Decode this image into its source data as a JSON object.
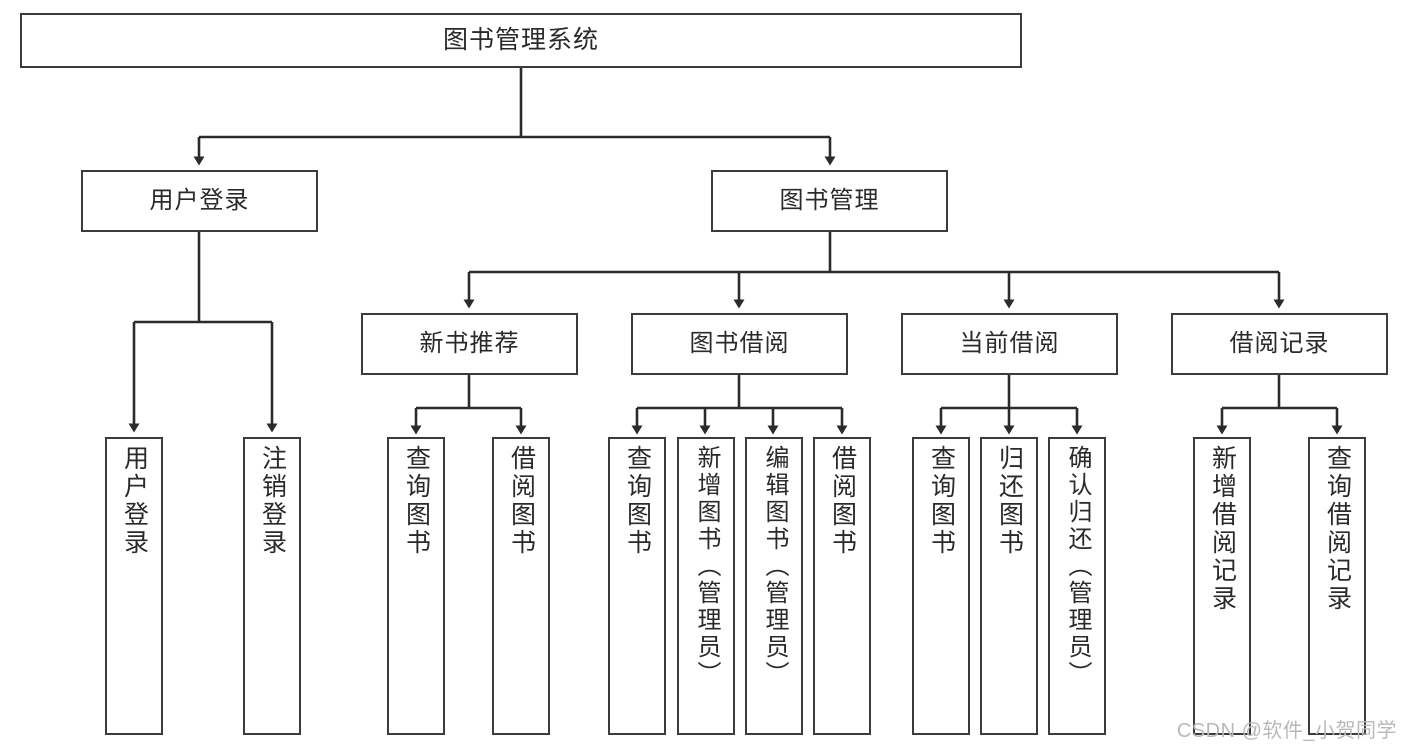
{
  "diagram": {
    "title": "图书管理系统",
    "type": "tree",
    "colors": {
      "box_border": "#3b3b3b",
      "box_fill": "#ffffff",
      "connector": "#2b2b2b",
      "text": "#2a2a2a",
      "watermark": "#b9b9b9",
      "background": "#ffffff"
    },
    "root": {
      "label": "图书管理系统"
    },
    "level2": [
      {
        "label": "用户登录"
      },
      {
        "label": "图书管理"
      }
    ],
    "level3": [
      {
        "label": "新书推荐"
      },
      {
        "label": "图书借阅"
      },
      {
        "label": "当前借阅"
      },
      {
        "label": "借阅记录"
      }
    ],
    "leaves": {
      "user_login": [
        {
          "label": "用户登录"
        },
        {
          "label": "注销登录"
        }
      ],
      "new_book_recommend": [
        {
          "label": "查询图书"
        },
        {
          "label": "借阅图书"
        }
      ],
      "book_borrow": [
        {
          "label": "查询图书"
        },
        {
          "label": "新增图书（管理员）"
        },
        {
          "label": "编辑图书（管理员）"
        },
        {
          "label": "借阅图书"
        }
      ],
      "current_borrow": [
        {
          "label": "查询图书"
        },
        {
          "label": "归还图书"
        },
        {
          "label": "确认归还（管理员）"
        }
      ],
      "borrow_record": [
        {
          "label": "新增借阅记录"
        },
        {
          "label": "查询借阅记录"
        }
      ]
    },
    "watermark": "CSDN @软件_小贺同学"
  }
}
